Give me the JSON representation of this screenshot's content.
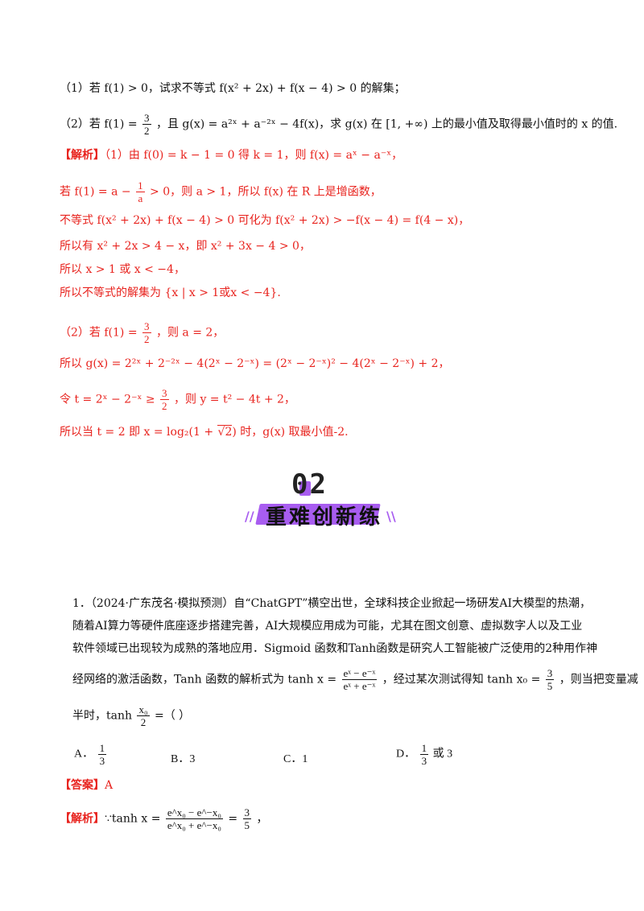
{
  "block1": {
    "q1": "（1）若 f(1) > 0，试求不等式 f(x² + 2x) + f(x − 4) > 0 的解集；",
    "q2_pre": "（2）若 f(1) = ",
    "q2_frac_n": "3",
    "q2_frac_d": "2",
    "q2_post": "，且 g(x) = a²ˣ + a⁻²ˣ − 4f(x)，求 g(x) 在 [1, +∞) 上的最小值及取得最小值时的 x 的值.",
    "sol_tag": "【解析】",
    "sol1": "（1）由 f(0) = k − 1 = 0 得 k = 1，则 f(x) = aˣ − a⁻ˣ，",
    "sol2_pre": "若 f(1) = a − ",
    "sol2_frac_n": "1",
    "sol2_frac_d": "a",
    "sol2_post": " > 0，则 a > 1，所以 f(x) 在 R 上是增函数，",
    "sol3": "不等式 f(x² + 2x) + f(x − 4) > 0 可化为 f(x² + 2x) > −f(x − 4) = f(4 − x)，",
    "sol4": "所以有 x² + 2x > 4 − x，即 x² + 3x − 4 > 0，",
    "sol5": "所以 x > 1 或 x < −4，",
    "sol6": "所以不等式的解集为 {x | x > 1或x < −4}.",
    "sol7_pre": "（2）若 f(1) = ",
    "sol7_frac_n": "3",
    "sol7_frac_d": "2",
    "sol7_post": "，则 a = 2，",
    "sol8": "所以 g(x) = 2²ˣ + 2⁻²ˣ − 4(2ˣ − 2⁻ˣ) = (2ˣ − 2⁻ˣ)² − 4(2ˣ − 2⁻ˣ) + 2，",
    "sol9_pre": "令 t = 2ˣ − 2⁻ˣ ≥ ",
    "sol9_frac_n": "3",
    "sol9_frac_d": "2",
    "sol9_post": "，则 y = t² − 4t + 2，",
    "sol10_pre": "所以当 t = 2 即 x = log₂(1 + ",
    "sol10_sqrt": "√2",
    "sol10_post": ") 时，g(x) 取最小值-2."
  },
  "section": {
    "number": "02",
    "title": "重难创新练",
    "slash_left": "//",
    "slash_right": "\\\\"
  },
  "problem1": {
    "line1": "1．（2024·广东茂名·模拟预测）自“ChatGPT”横空出世，全球科技企业掀起一场研发AI大模型的热潮，",
    "line2": "随着AI算力等硬件底座逐步搭建完善，AI大规模应用成为可能，尤其在图文创意、虚拟数字人以及工业",
    "line3": "软件领域已出现较为成熟的落地应用．Sigmoid 函数和Tanh函数是研究人工智能被广泛使用的2种用作神",
    "line4_pre": "经网络的激活函数，Tanh 函数的解析式为 tanh x = ",
    "line4_frac_n": "eˣ − e⁻ˣ",
    "line4_frac_d": "eˣ + e⁻ˣ",
    "line4_mid": "，经过某次测试得知 tanh x₀ = ",
    "line4_frac2_n": "3",
    "line4_frac2_d": "5",
    "line4_post": "，则当把变量减",
    "line5_pre": "半时，tanh ",
    "line5_frac_n": "x₀",
    "line5_frac_d": "2",
    "line5_post": " =（    ）",
    "options": [
      {
        "label": "A．",
        "frac_n": "1",
        "frac_d": "3",
        "text": ""
      },
      {
        "label": "B．",
        "text": "3"
      },
      {
        "label": "C．",
        "text": "1"
      },
      {
        "label": "D．",
        "frac_n": "1",
        "frac_d": "3",
        "text": "或 3"
      }
    ],
    "answer_tag": "【答案】",
    "answer": "A",
    "analysis_tag": "【解析】",
    "analysis_pre": "∵tanh x = ",
    "analysis_frac_n": "e^x₀ − e^−x₀",
    "analysis_frac_d": "e^x₀ + e^−x₀",
    "analysis_mid": " = ",
    "analysis_frac2_n": "3",
    "analysis_frac2_d": "5",
    "analysis_post": "，"
  },
  "colors": {
    "accent_red": "#e8231e",
    "badge_purple": "#a85df0"
  }
}
